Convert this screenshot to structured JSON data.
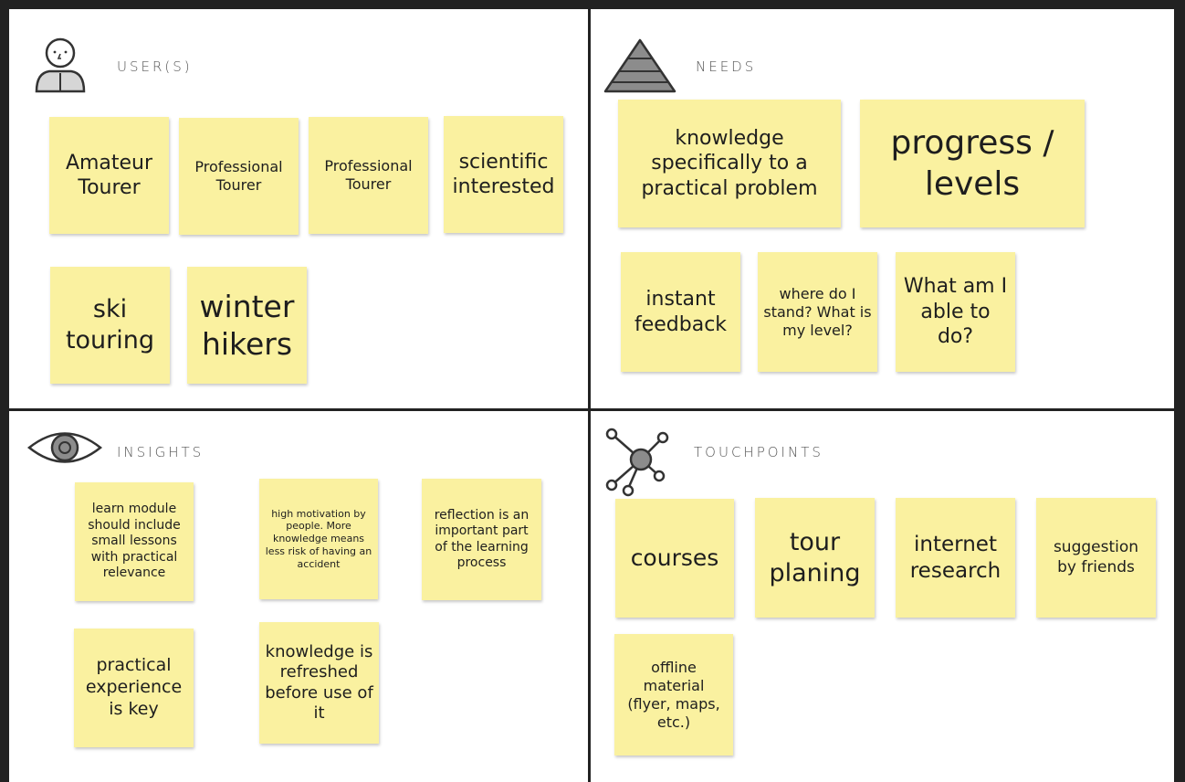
{
  "users": {
    "title": "USER(S)",
    "notes": [
      "Amateur Tourer",
      "Professional Tourer",
      "Professional Tourer",
      "scientific interested",
      "ski touring",
      "winter hikers"
    ]
  },
  "needs": {
    "title": "NEEDS",
    "notes": [
      "knowledge specifically to a practical problem",
      "progress / levels",
      "instant feedback",
      "where do I stand? What is my level?",
      "What am I able to do?"
    ]
  },
  "insights": {
    "title": "INSIGHTS",
    "notes": [
      "learn module should include small lessons with practical relevance",
      "high motivation by people. More knowledge means less risk of having an accident",
      "reflection is an important part of the learning process",
      "practical experience is key",
      "knowledge is refreshed before use of it"
    ]
  },
  "touchpoints": {
    "title": "TOUCHPOINTS",
    "notes": [
      "courses",
      "tour planing",
      "internet research",
      "suggestion by friends",
      "offline material (flyer, maps, etc.)"
    ]
  },
  "colors": {
    "sticky": "#faf1a0",
    "frame": "#222222",
    "icon": "#8c8c8c"
  }
}
